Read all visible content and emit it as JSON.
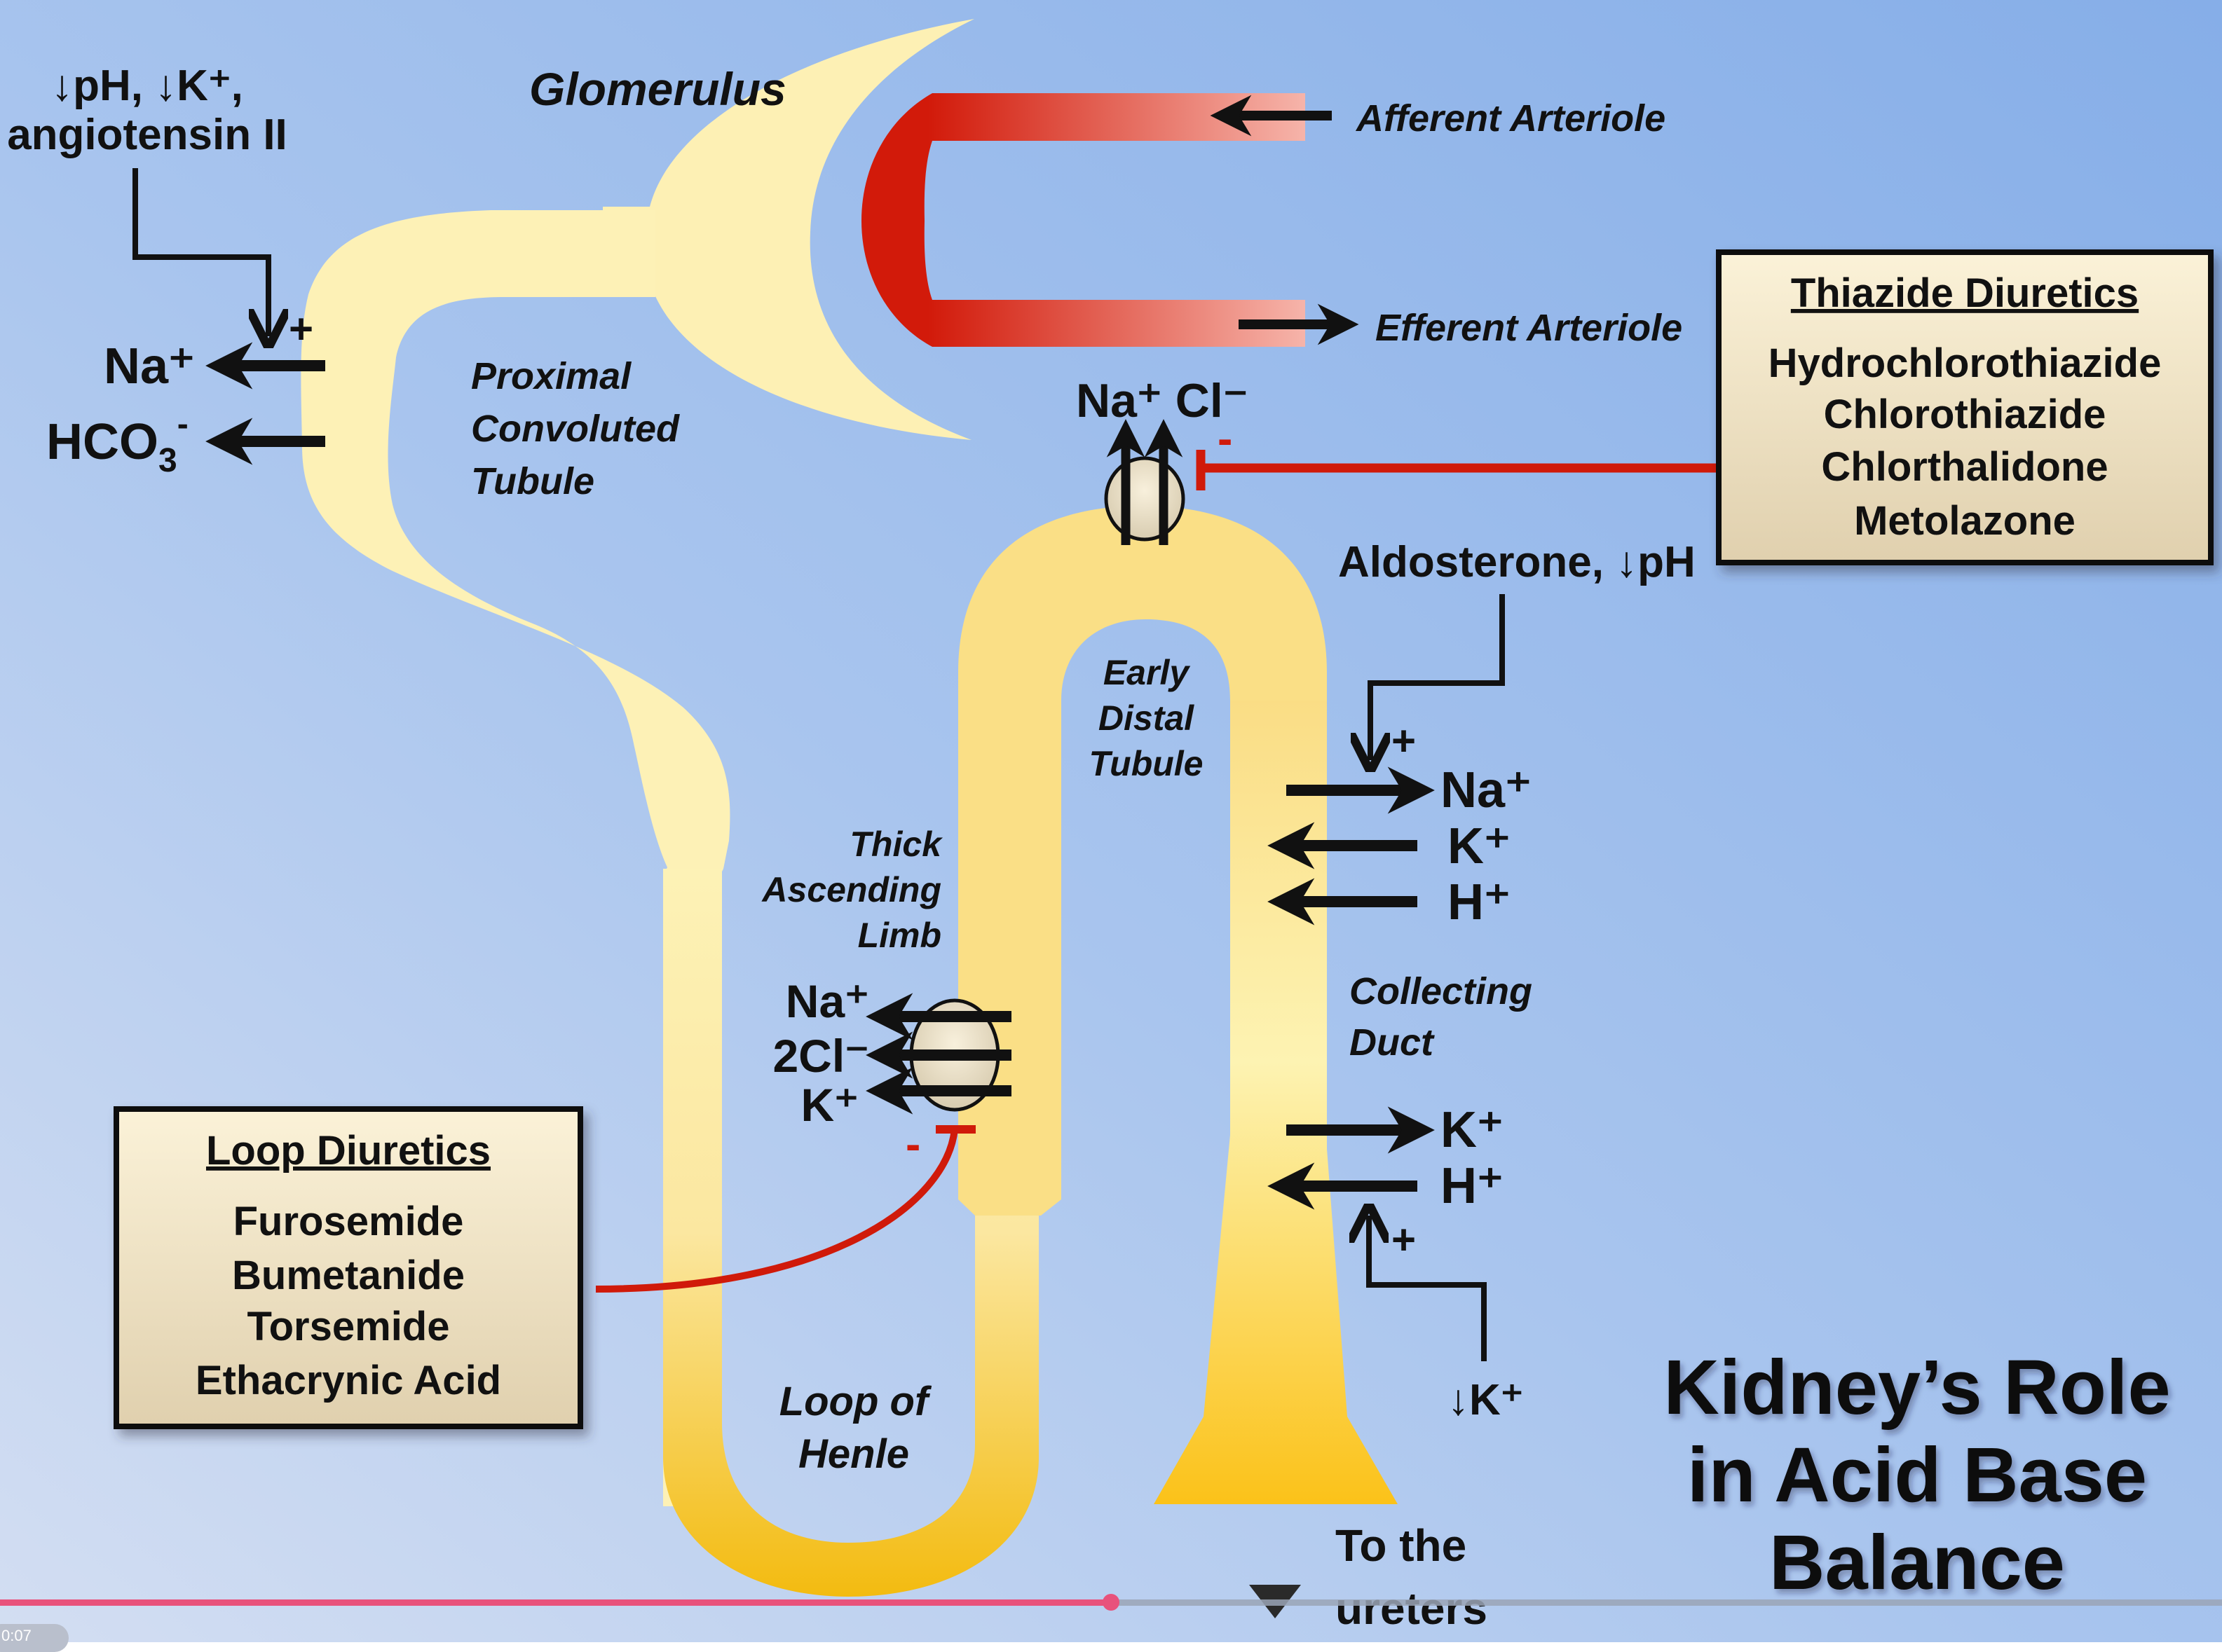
{
  "title": [
    "Kidney’s Role",
    "in Acid Base",
    "Balance"
  ],
  "structures": {
    "glomerulus": "Glomerulus",
    "afferent": "Afferent Arteriole",
    "efferent": "Efferent Arteriole",
    "pct": [
      "Proximal",
      "Convoluted",
      "Tubule"
    ],
    "tal": [
      "Thick",
      "Ascending",
      "Limb"
    ],
    "edt": [
      "Early",
      "Distal",
      "Tubule"
    ],
    "cd": [
      "Collecting",
      "Duct"
    ],
    "loop": [
      "Loop of",
      "Henle"
    ],
    "ureters": [
      "To the",
      "ureters"
    ]
  },
  "pct_regulators": [
    "↓pH, ↓K⁺,",
    "angiotensin II"
  ],
  "pct_ions": {
    "na": "Na⁺",
    "hco3_main": "HCO",
    "hco3_sub": "3",
    "hco3_sup": "-"
  },
  "pct_sign": "+",
  "tal_ions": [
    "Na⁺",
    "2Cl⁻",
    "K⁺"
  ],
  "dct_ions": "Na⁺ Cl⁻",
  "cd_regulator_top": "Aldosterone, ↓pH",
  "cd_ions_top": [
    "Na⁺",
    "K⁺",
    "H⁺"
  ],
  "cd_ions_bottom": [
    "K⁺",
    "H⁺"
  ],
  "cd_regulator_bottom": "↓K⁺",
  "plus": "+",
  "minus": "-",
  "thiazide_box": {
    "title": "Thiazide Diuretics",
    "items": [
      "Hydrochlorothiazide",
      "Chlorothiazide",
      "Chlorthalidone",
      "Metolazone"
    ]
  },
  "loop_box": {
    "title": "Loop Diuretics",
    "items": [
      "Furosemide",
      "Bumetanide",
      "Torsemide",
      "Ethacrynic Acid"
    ]
  },
  "video": {
    "progress_percent": 50,
    "timestamp": "0:07"
  },
  "colors": {
    "inhibit": "#D01A0A",
    "arteriole": "#D21A0A",
    "progress": "#E8527C",
    "tubule_light": "#FDF1B6",
    "tubule_gold": "#F4BE12"
  }
}
